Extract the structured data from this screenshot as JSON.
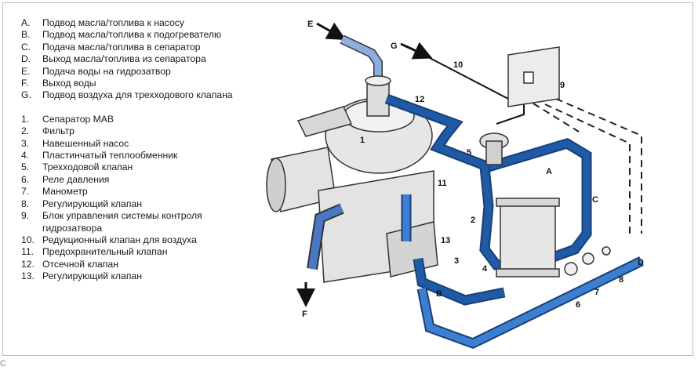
{
  "legend_letters": [
    {
      "key": "A.",
      "text": "Подвод масла/топлива к насосу"
    },
    {
      "key": "B.",
      "text": "Подвод масла/топлива к подогревателю"
    },
    {
      "key": "C.",
      "text": "Подача масла/топлива в сепаратор"
    },
    {
      "key": "D.",
      "text": "Выход масла/топлива из сепаратора"
    },
    {
      "key": "E.",
      "text": "Подача воды на гидрозатвор"
    },
    {
      "key": "F.",
      "text": "Выход воды"
    },
    {
      "key": "G.",
      "text": "Подвод воздуха для трехходового клапана"
    }
  ],
  "legend_numbers": [
    {
      "key": "1.",
      "text": "Сепаратор MAB"
    },
    {
      "key": "2.",
      "text": "Фильтр"
    },
    {
      "key": "3.",
      "text": "Навешенный насос"
    },
    {
      "key": "4.",
      "text": "Пластинчатый теплообменник"
    },
    {
      "key": "5.",
      "text": "Трехходовой клапан"
    },
    {
      "key": "6.",
      "text": "Реле давления"
    },
    {
      "key": "7.",
      "text": "Манометр"
    },
    {
      "key": "8.",
      "text": "Регулирующий клапан"
    },
    {
      "key": "9.",
      "text": "Блок управления системы контроля гидрозатвора"
    },
    {
      "key": "10.",
      "text": "Редукционный клапан для воздуха"
    },
    {
      "key": "11.",
      "text": "Предохранительный клапан"
    },
    {
      "key": "12.",
      "text": "Отсечной клапан"
    },
    {
      "key": "13.",
      "text": "Регулирующий клапан"
    }
  ],
  "diagram_labels": {
    "A": "A",
    "B": "B",
    "C": "C",
    "D": "D",
    "E": "E",
    "F": "F",
    "G": "G",
    "n1": "1",
    "n2": "2",
    "n3": "3",
    "n4": "4",
    "n5": "5",
    "n6": "6",
    "n7": "7",
    "n8": "8",
    "n9": "9",
    "n10": "10",
    "n11": "11",
    "n12": "12",
    "n13": "13"
  },
  "caption": "С",
  "colors": {
    "pipe": "#1f5aa6",
    "pipe_light": "#3c7fd0",
    "water_pipe": "#8faee0",
    "machine": "#e3e3e3",
    "outline": "#333333"
  }
}
